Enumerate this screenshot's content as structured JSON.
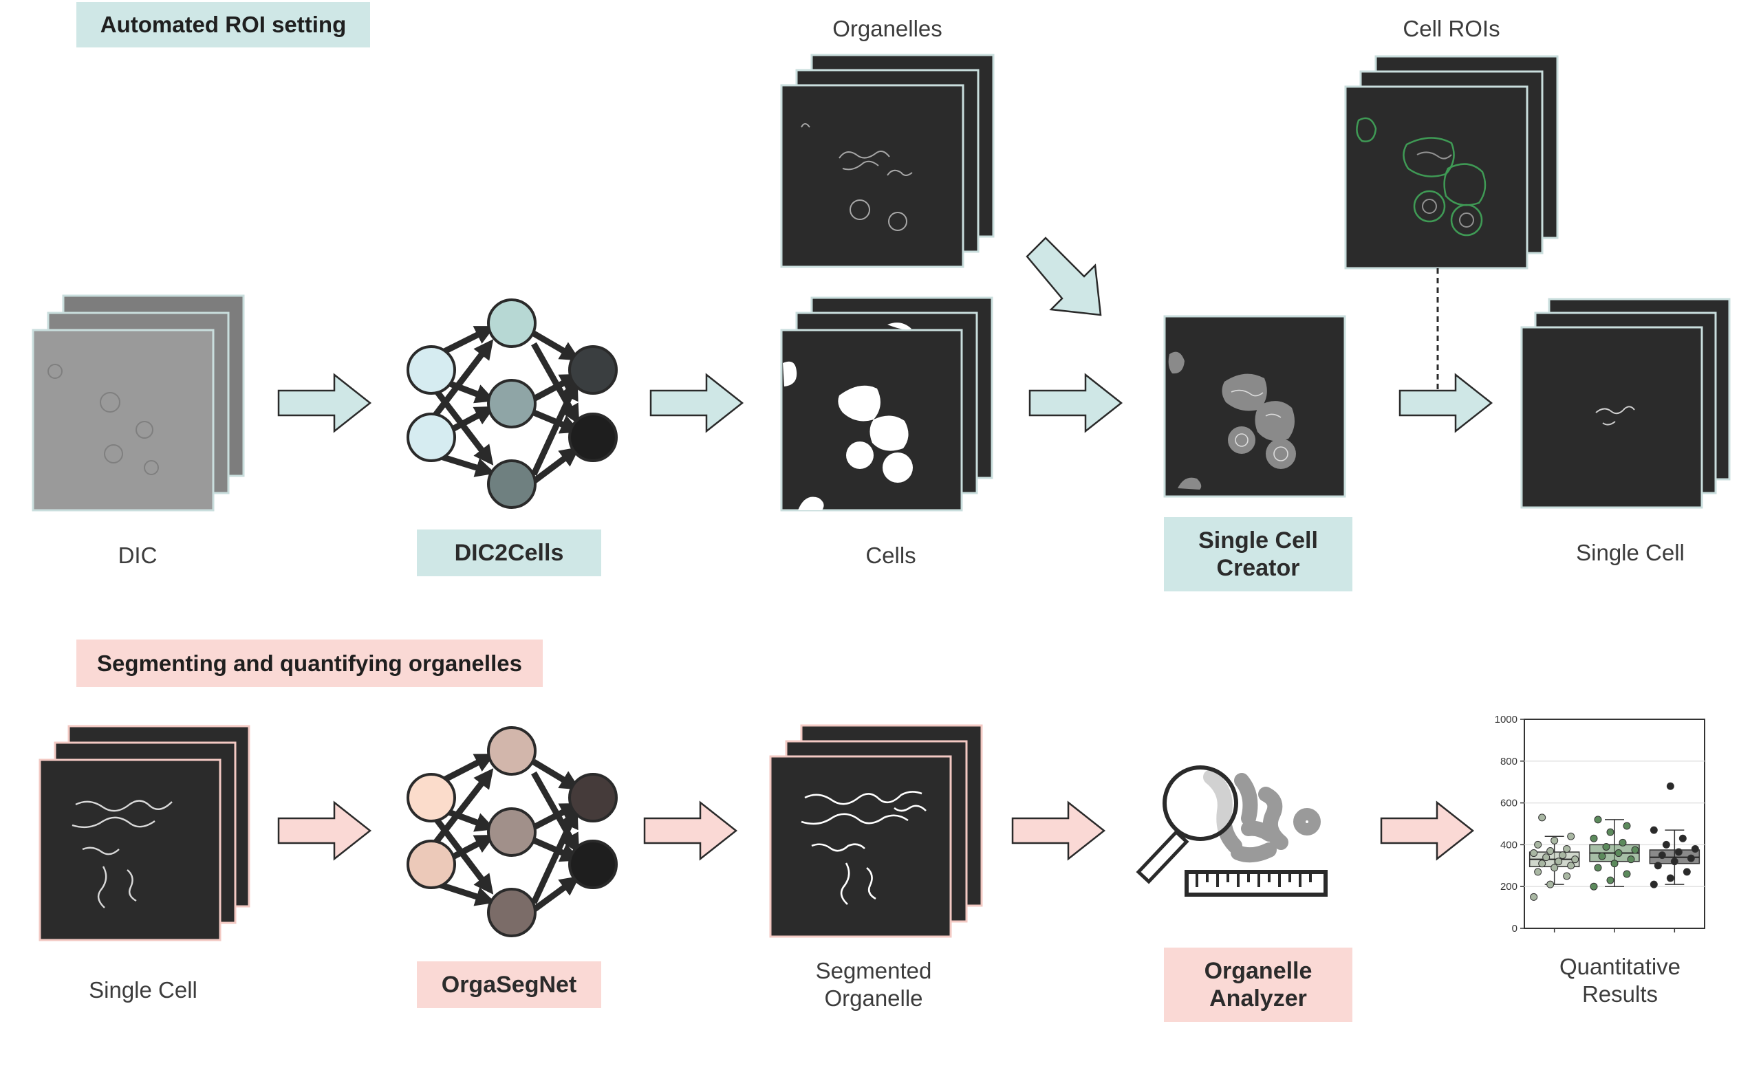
{
  "sections": {
    "top": {
      "title": "Automated ROI setting",
      "color": "#cfe7e6"
    },
    "bottom": {
      "title": "Segmenting and quantifying organelles",
      "color": "#fad9d5"
    }
  },
  "top_row": {
    "dic_label": "DIC",
    "network_label": "DIC2Cells",
    "organelles_label": "Organelles",
    "cells_label": "Cells",
    "creator_label": "Single Cell\nCreator",
    "cell_rois_label": "Cell ROIs",
    "single_cell_label": "Single Cell",
    "node_colors": [
      "#d6ecf1",
      "#b7d8d4",
      "#8fa5a6",
      "#6f8080",
      "#3a3e40",
      "#1e1e1e"
    ]
  },
  "bottom_row": {
    "single_cell_label": "Single Cell",
    "network_label": "OrgaSegNet",
    "segmented_label": "Segmented\nOrganelle",
    "analyzer_label": "Organelle\nAnalyzer",
    "results_label": "Quantitative\nResults",
    "node_colors": [
      "#fbdccb",
      "#ecc9b9",
      "#d2b6ab",
      "#a1908a",
      "#7b6c68",
      "#453b3a",
      "#1e1e1e"
    ]
  },
  "chart_data": {
    "type": "scatter",
    "yticks": [
      "0",
      "200",
      "400",
      "600",
      "800",
      "1000"
    ],
    "ylim": [
      0,
      1000
    ],
    "groups": [
      {
        "median": 330,
        "q1": 295,
        "q3": 365,
        "min": 210,
        "max": 440,
        "points": [
          150,
          210,
          250,
          270,
          290,
          300,
          310,
          320,
          330,
          340,
          350,
          360,
          370,
          380,
          400,
          420,
          440,
          530
        ],
        "color": "#a9b7a3"
      },
      {
        "median": 360,
        "q1": 320,
        "q3": 400,
        "min": 200,
        "max": 520,
        "points": [
          200,
          230,
          260,
          290,
          310,
          330,
          345,
          360,
          375,
          390,
          410,
          430,
          460,
          490,
          520
        ],
        "color": "#5c8a5c"
      },
      {
        "median": 340,
        "q1": 310,
        "q3": 375,
        "min": 210,
        "max": 470,
        "points": [
          210,
          240,
          270,
          300,
          320,
          335,
          350,
          365,
          380,
          400,
          430,
          470,
          680
        ],
        "color": "#2a2a2a"
      }
    ]
  }
}
